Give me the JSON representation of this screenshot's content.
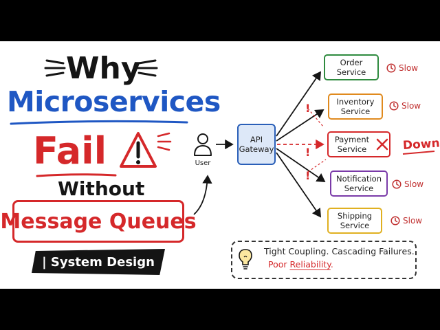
{
  "title": {
    "line1": "Why",
    "line2": "Microservices",
    "line3": "Fail",
    "line4": "Without",
    "line5": "Message Queues"
  },
  "banner": {
    "text": "| System Design"
  },
  "diagram": {
    "user_label": "User",
    "gateway_label": "API Gateway",
    "services": [
      {
        "name": "Order Service",
        "status": "Slow",
        "color": "#2e8a3e"
      },
      {
        "name": "Inventory Service",
        "status": "Slow",
        "color": "#e08a1e"
      },
      {
        "name": "Payment Service",
        "status": "",
        "color": "#d5282a"
      },
      {
        "name": "Notification Service",
        "status": "Slow",
        "color": "#7a3aa8"
      },
      {
        "name": "Shipping Service",
        "status": "Slow",
        "color": "#e0b020"
      }
    ],
    "down_label": "Down!",
    "warning_marks": [
      "!",
      "!",
      "!"
    ]
  },
  "note": {
    "line1": "Tight Coupling. Cascading Failures.",
    "line2_a": "Poor ",
    "line2_b": "Reliability",
    "line2_c": "."
  },
  "icons": [
    "warning-triangle-icon",
    "user-icon",
    "clock-icon",
    "x-icon",
    "lightbulb-icon"
  ],
  "colors": {
    "blue": "#1f57c3",
    "red": "#d5282a",
    "gateway_fill": "#dde8f8"
  }
}
